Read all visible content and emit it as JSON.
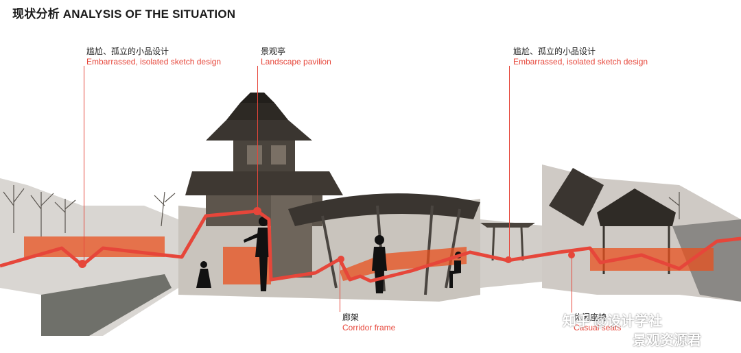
{
  "title": "现状分析 ANALYSIS OF THE SITUATION",
  "annotations": {
    "sketch_left": {
      "cn": "尴尬、孤立的小品设计",
      "en": "Embarrassed, isolated sketch design"
    },
    "pavilion": {
      "cn": "景观亭",
      "en": "Landscape pavilion"
    },
    "sketch_right": {
      "cn": "尴尬、孤立的小品设计",
      "en": "Embarrassed, isolated sketch design"
    },
    "corridor": {
      "cn": "廊架",
      "en": "Corridor frame"
    },
    "casual": {
      "cn": "休闲座椅",
      "en": "Casual seats"
    }
  },
  "watermark": {
    "line1": "知乎 @设计学社",
    "line2": "景观资源君"
  },
  "colors": {
    "accent": "#e6463a",
    "orange_overlay": "#e8501e",
    "photo_dark": "#3a3530",
    "photo_light": "#cfcac4"
  }
}
